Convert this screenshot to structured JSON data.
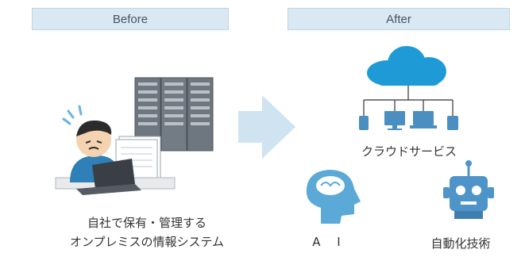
{
  "headers": {
    "before": "Before",
    "after": "After"
  },
  "captions": {
    "onprem_line1": "自社で保有・管理する",
    "onprem_line2": "オンプレミスの情報システム",
    "cloud": "クラウドサービス",
    "ai": "A I",
    "tech": "自動化技術"
  },
  "colors": {
    "header_bg": "#d9e8f3",
    "arrow": "#cfe3f1",
    "cloud": "#1e9ad6",
    "device": "#4a8ec2",
    "head": "#5aa9d6",
    "robot": "#4f94c8",
    "server": "#6e7680"
  }
}
